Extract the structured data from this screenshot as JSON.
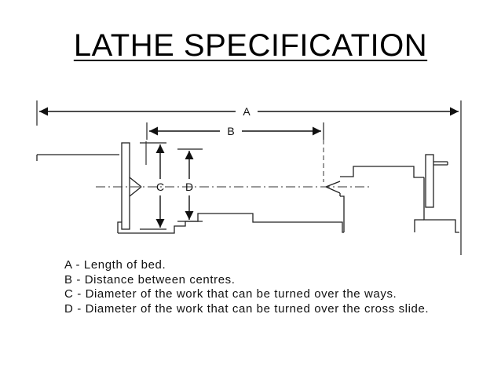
{
  "title": "LATHE SPECIFICATION",
  "diagram": {
    "labels": {
      "a": "A",
      "b": "B",
      "c": "C",
      "d": "D"
    }
  },
  "legend": [
    "A - Length of bed.",
    "B - Distance between centres.",
    "C - Diameter of the work that can be turned over the ways.",
    "D - Diameter of the work that can be turned over the cross slide."
  ]
}
